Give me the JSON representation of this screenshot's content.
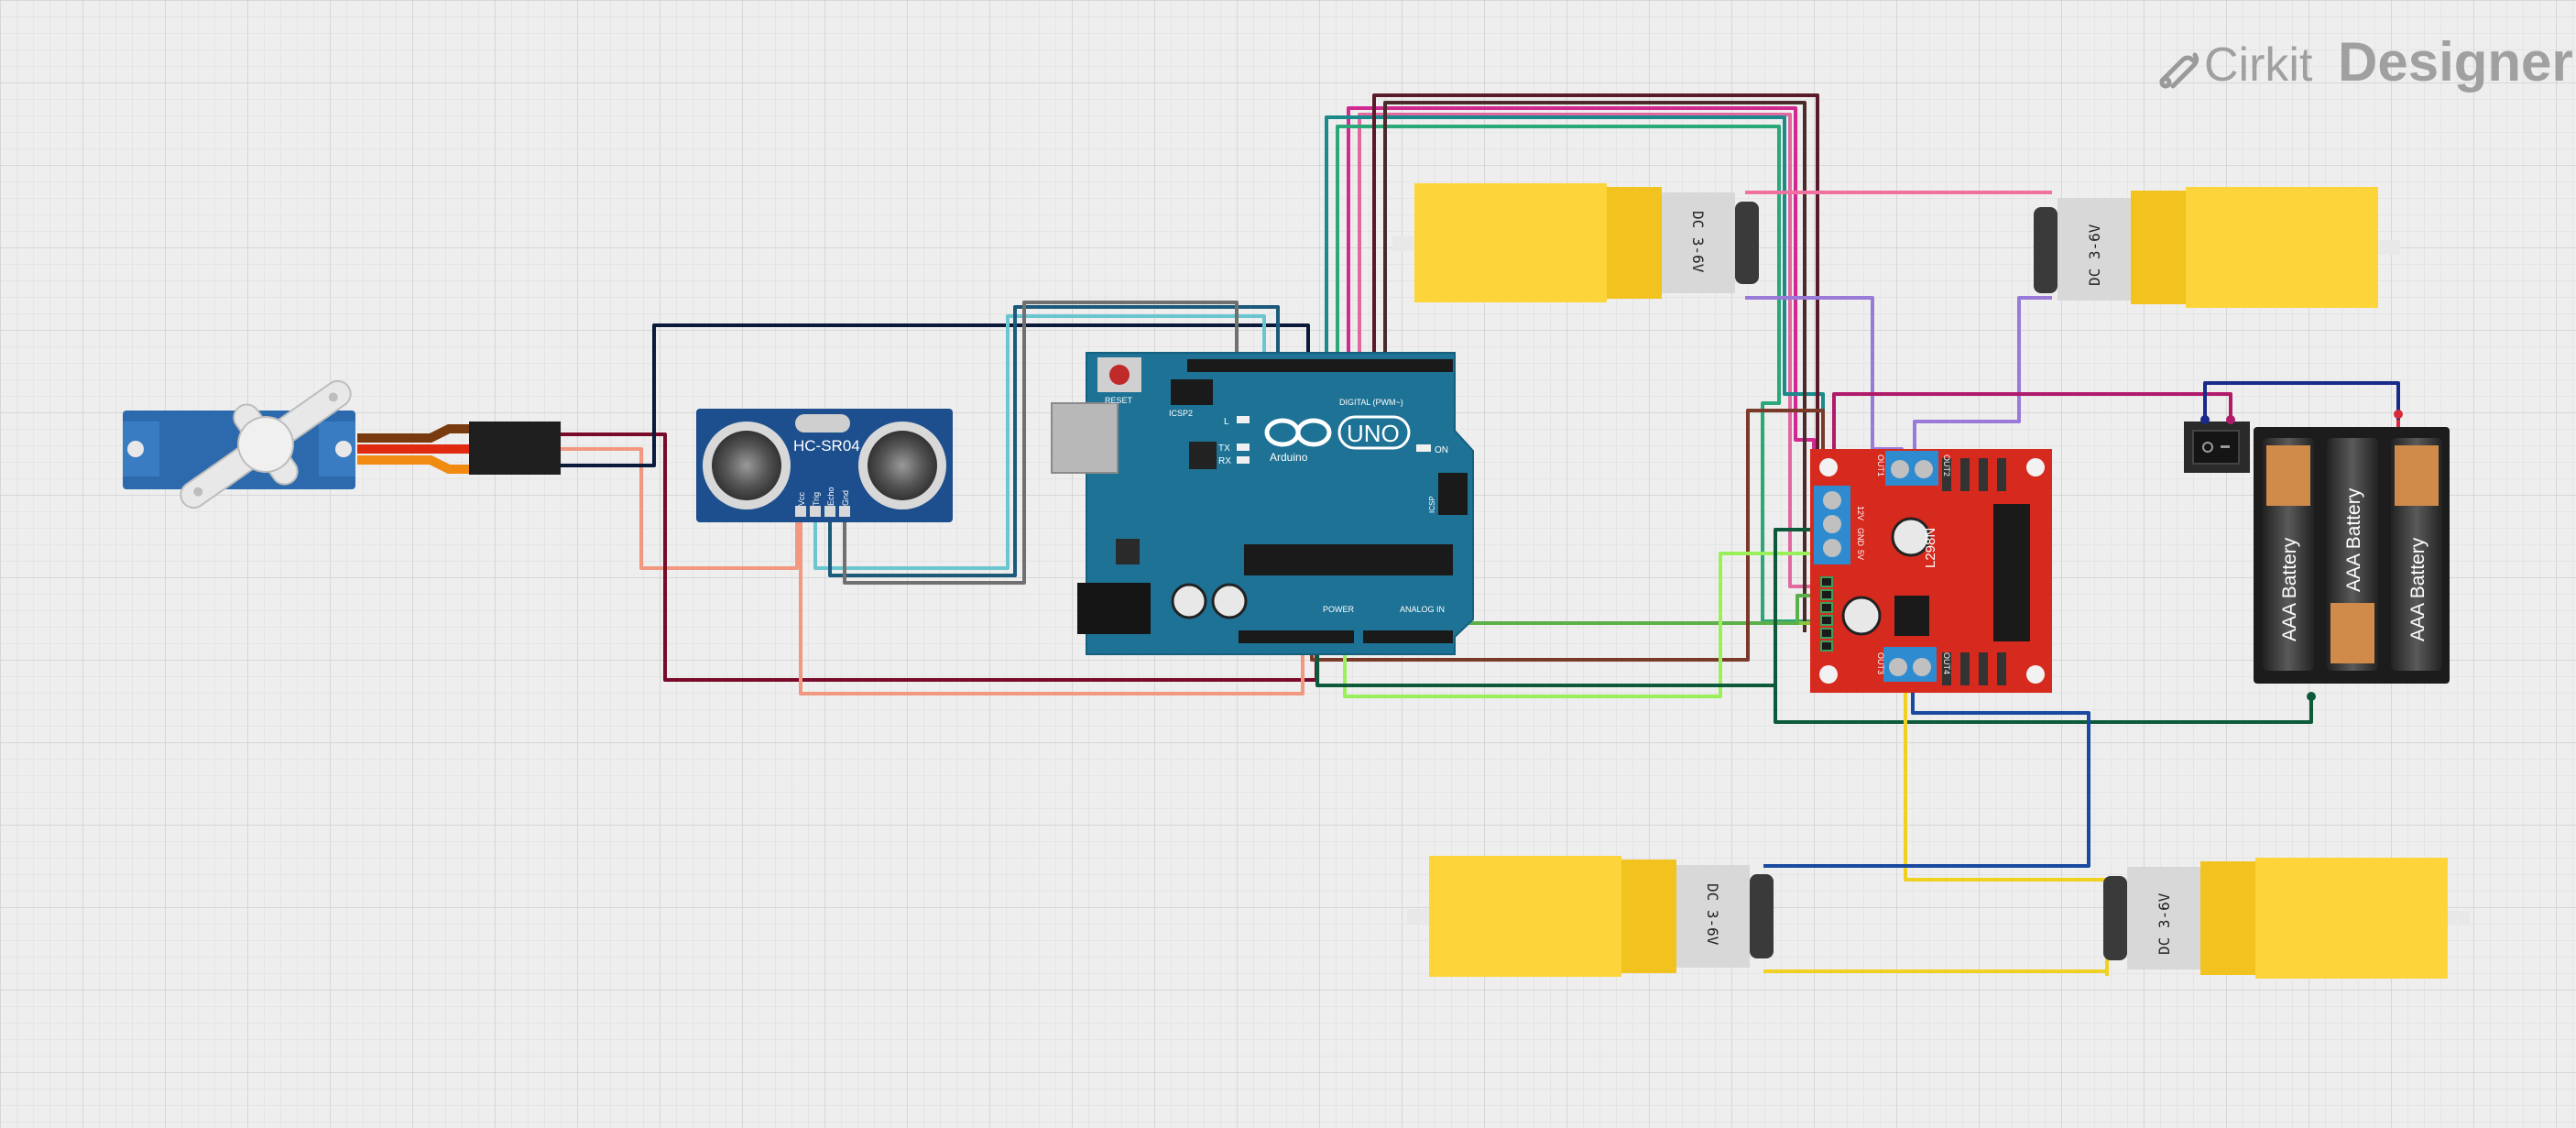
{
  "brand": {
    "name_light": "Cirkit",
    "name_bold": "Designer"
  },
  "arduino": {
    "model": "UNO",
    "brand": "Arduino",
    "reset_label": "RESET",
    "icsp2_label": "ICSP2",
    "icsp_label": "ICSP",
    "l_led": "L",
    "tx_led": "TX",
    "rx_led": "RX",
    "on_led": "ON",
    "digital_label": "DIGITAL (PWM~)",
    "power_label": "POWER",
    "analog_label": "ANALOG IN"
  },
  "sensor": {
    "model": "HC-SR04",
    "pins": [
      "Vcc",
      "Trig",
      "Echo",
      "Gnd"
    ]
  },
  "driver": {
    "model": "L298N",
    "outputs": [
      "OUT1",
      "OUT2",
      "OUT3",
      "OUT4"
    ],
    "side_labels": [
      "12V",
      "GND",
      "5V"
    ]
  },
  "motors": [
    {
      "id": "top-left",
      "label": "DC 3-6V"
    },
    {
      "id": "top-right",
      "label": "DC 3-6V"
    },
    {
      "id": "bottom-left",
      "label": "DC 3-6V"
    },
    {
      "id": "bottom-right",
      "label": "DC 3-6V"
    }
  ],
  "battery_pack": {
    "cells": [
      "AAA Battery",
      "AAA Battery",
      "AAA Battery"
    ]
  },
  "switch": {
    "type": "rocker switch"
  },
  "servo": {
    "type": "micro servo"
  },
  "colors": {
    "canvas": "#eeeeee",
    "arduino": "#1d7295",
    "driver": "#d62a1f",
    "sensor": "#1d4f8e",
    "motor": "#fdd53a",
    "servo": "#2c6aad"
  }
}
